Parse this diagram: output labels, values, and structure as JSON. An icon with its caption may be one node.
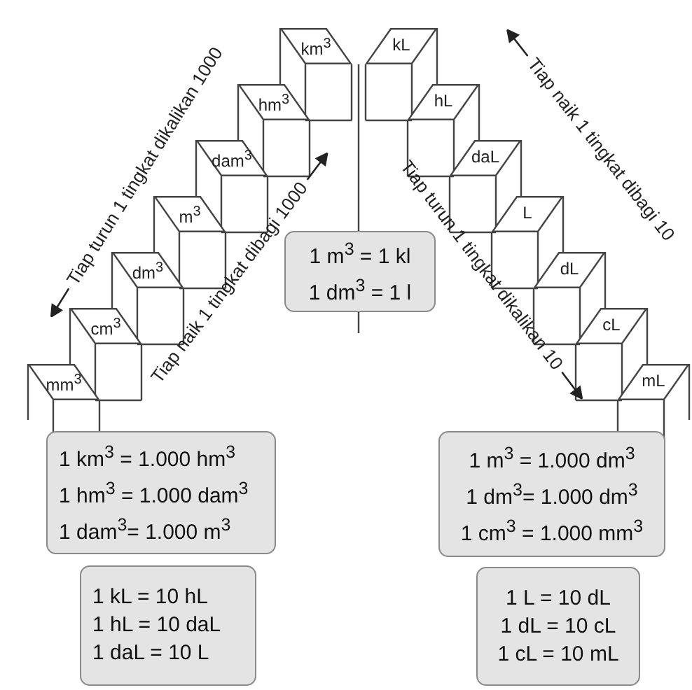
{
  "diagram": {
    "nodes": [
      {
        "text": [
          "km$^{3}$"
        ]
      },
      {
        "text": [
          "hm$^{3}$"
        ]
      },
      {
        "text": [
          "dam$^{3}$"
        ]
      },
      {
        "text": [
          "m$^{3}$"
        ]
      },
      {
        "text": [
          "dm$^{3}$"
        ]
      },
      {
        "text": [
          "cm$^{3}$"
        ]
      },
      {
        "text": [
          "mm$^{3}$"
        ]
      },
      {
        "text": [
          "kL"
        ]
      },
      {
        "text": [
          "hL"
        ]
      },
      {
        "text": [
          "daL"
        ]
      },
      {
        "text": [
          "L"
        ]
      },
      {
        "text": [
          "dL"
        ]
      },
      {
        "text": [
          "cL"
        ]
      },
      {
        "text": [
          "mL"
        ]
      },
      {
        "text": [
          "1 m$^{3}$ = 1 kl",
          "1 dm$^{3}$ = 1 l"
        ]
      },
      {
        "text": [
          "1 km$^{3}$ = 1.000 hm$^{3}$",
          "1 hm$^{3}$ = 1.000 dam$^{3}$",
          "1 dam$^{3}$= 1.000 m$^{3}$"
        ]
      },
      {
        "text": [
          "1 kL = 10 hL",
          "1 hL = 10 daL",
          "1 daL = 10 L"
        ]
      },
      {
        "text": [
          "1 m$^{3}$ = 1.000 dm$^{3}$",
          "1 dm$^{3}$= 1.000 dm$^{3}$",
          "1 cm$^{3}$ = 1.000 mm$^{3}$"
        ]
      },
      {
        "text": [
          "1 L = 10 dL",
          "1 dL = 10 cL",
          "1 cL = 10 mL"
        ]
      }
    ],
    "labels": [
      "Tiap turun 1 tingkat dikalikan 1000",
      "Tiap naik 1 tingkat dibagi 1000",
      "Tiap naik 1 tingkat dibagi 10",
      "Tiap turun 1 tingkat dikalikan 10"
    ]
  }
}
